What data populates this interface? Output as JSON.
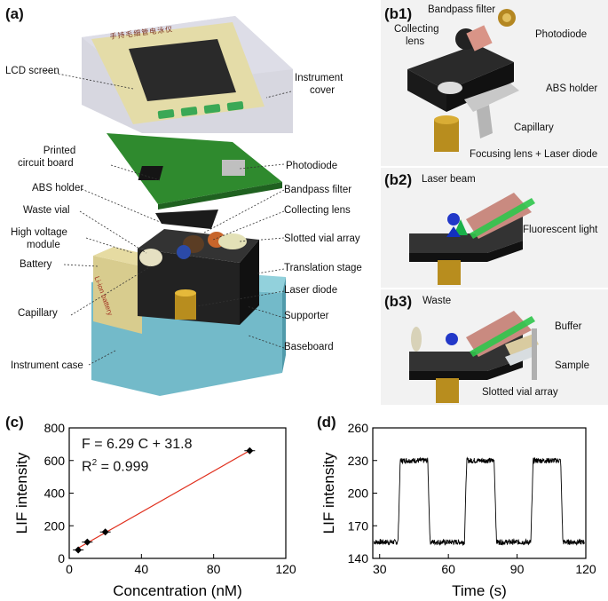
{
  "figure": {
    "panel_labels": {
      "a": "(a)",
      "b1": "(b1)",
      "b2": "(b2)",
      "b3": "(b3)",
      "c": "(c)",
      "d": "(d)"
    }
  },
  "panel_a": {
    "device_text": "手持毛细管电泳仪",
    "battery_text": "Li-ion battery",
    "labels": {
      "lcd": "LCD screen",
      "cover_l1": "Instrument",
      "cover_l2": "cover",
      "pcb_l1": "Printed",
      "pcb_l2": "circuit board",
      "photodiode": "Photodiode",
      "abs": "ABS holder",
      "bandpass": "Bandpass filter",
      "waste": "Waste vial",
      "collecting": "Collecting lens",
      "hv_l1": "High voltage",
      "hv_l2": "module",
      "slotted": "Slotted vial array",
      "battery": "Battery",
      "translation": "Translation stage",
      "laser": "Laser diode",
      "capillary": "Capillary",
      "supporter": "Supporter",
      "baseboard": "Baseboard",
      "case": "Instrument case"
    }
  },
  "panel_b1": {
    "labels": {
      "bandpass": "Bandpass filter",
      "collecting_l1": "Collecting",
      "collecting_l2": "lens",
      "photodiode": "Photodiode",
      "abs": "ABS holder",
      "capillary": "Capillary",
      "focusing": "Focusing lens + Laser diode"
    }
  },
  "panel_b2": {
    "labels": {
      "laser_beam": "Laser beam",
      "fluorescent": "Fluorescent light"
    }
  },
  "panel_b3": {
    "labels": {
      "waste": "Waste",
      "buffer": "Buffer",
      "sample": "Sample",
      "slotted": "Slotted vial array"
    }
  },
  "panel_c": {
    "equation": "F = 6.29 C + 31.8",
    "r2_prefix": "R",
    "r2_sup": "2",
    "r2_value": " = 0.999",
    "line_color": "#e0301e"
  },
  "panel_d": {},
  "chart_data": [
    {
      "type": "scatter",
      "panel": "(c)",
      "xlabel": "Concentration  (nM)",
      "ylabel": "LIF intensity",
      "xlim": [
        0,
        120
      ],
      "ylim": [
        0,
        800
      ],
      "xticks": [
        0,
        40,
        80,
        120
      ],
      "yticks": [
        0,
        200,
        400,
        600,
        800
      ],
      "points": [
        {
          "x": 5,
          "y": 52
        },
        {
          "x": 10,
          "y": 100
        },
        {
          "x": 20,
          "y": 162
        },
        {
          "x": 100,
          "y": 660
        }
      ],
      "fit": {
        "slope": 6.29,
        "intercept": 31.8,
        "x_range": [
          5,
          100
        ]
      },
      "annotations": [
        "F = 6.29 C + 31.8",
        "R2 = 0.999"
      ],
      "grid": false
    },
    {
      "type": "line",
      "panel": "(d)",
      "xlabel": "Time (s)",
      "ylabel": "LIF intensity",
      "xlim": [
        27,
        120
      ],
      "ylim": [
        140,
        260
      ],
      "xticks": [
        30,
        60,
        90,
        120
      ],
      "yticks": [
        140,
        170,
        200,
        230,
        260
      ],
      "baseline": 155,
      "peak_level": 230,
      "pulses": [
        {
          "start": 39,
          "end": 51
        },
        {
          "start": 68,
          "end": 80
        },
        {
          "start": 97,
          "end": 109
        }
      ],
      "grid": false
    }
  ]
}
